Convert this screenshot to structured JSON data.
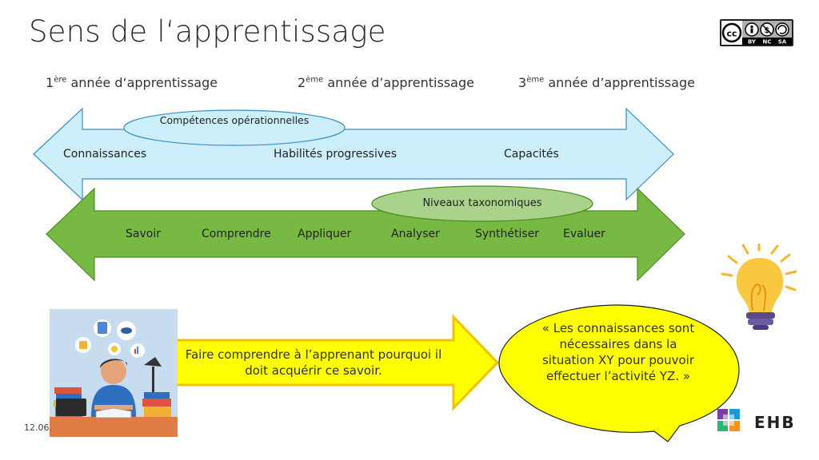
{
  "slide": {
    "title": "Sens de l‘apprentissage",
    "date": "12.06.",
    "years": [
      {
        "num": "1",
        "sup": "ère",
        "rest": " année d‘apprentissage"
      },
      {
        "num": "2",
        "sup": "ème",
        "rest": " année d’apprentissage"
      },
      {
        "num": "3",
        "sup": "ème",
        "rest": " année d’apprentissage"
      }
    ],
    "blue_arrow": {
      "ellipse_label": "Compétences opérationnelles",
      "labels": [
        "Connaissances",
        "Habilités progressives",
        "Capacités"
      ]
    },
    "green_arrow": {
      "ellipse_label": "Niveaux taxonomiques",
      "labels": [
        "Savoir",
        "Comprendre",
        "Appliquer",
        "Analyser",
        "Synthétiser",
        "Evaluer"
      ]
    },
    "callout": "Faire comprendre à l’apprenant pourquoi il doit acquérir ce savoir.",
    "speech": "« Les connaissances sont nécessaires dans la situation XY pour pouvoir effectuer l’activité YZ. »",
    "license": {
      "badge": "cc",
      "parts": [
        "BY",
        "NC",
        "SA"
      ]
    },
    "logo": {
      "text": "EHB"
    },
    "colors": {
      "blue_arrow": "#cdeefb",
      "green_arrow": "#78b944",
      "ellipse_green": "#a9d38a",
      "callout_yellow": "#ffff00"
    }
  }
}
